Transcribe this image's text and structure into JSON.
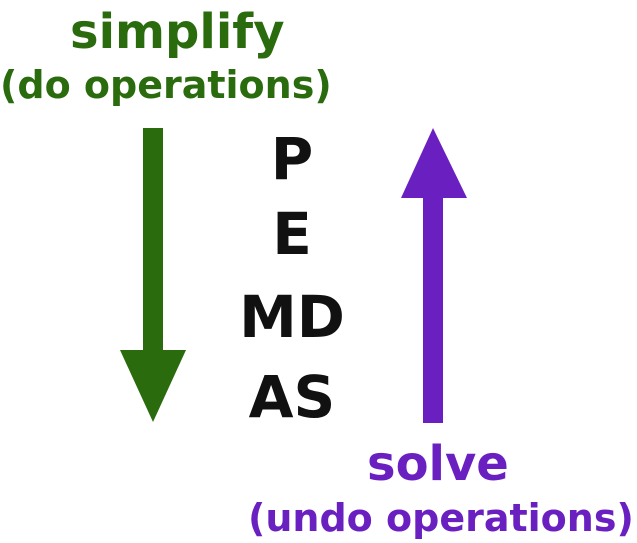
{
  "colors": {
    "green": "#2a6b0e",
    "purple": "#6a20c0",
    "black": "#111111"
  },
  "simplify": {
    "title": "simplify",
    "subtitle": "(do operations)",
    "arrow_direction": "down"
  },
  "solve": {
    "title": "solve",
    "subtitle": "(undo operations)",
    "arrow_direction": "up"
  },
  "pemdas": {
    "rows": [
      "P",
      "E",
      "MD",
      "AS"
    ]
  }
}
